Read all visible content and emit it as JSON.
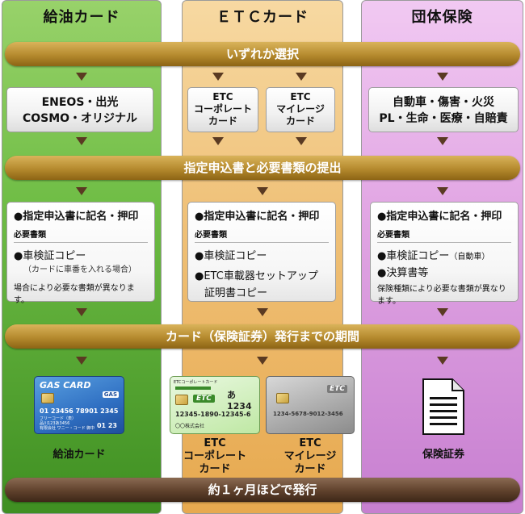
{
  "columns": {
    "fuel": {
      "title": "給油カード"
    },
    "etc": {
      "title": "ＥＴＣカード"
    },
    "insurance": {
      "title": "団体保険"
    }
  },
  "bars": {
    "select": "いずれか選択",
    "submit": "指定申込書と必要書類の提出",
    "period": "カード（保険証券）発行までの期間",
    "issue": "約１ヶ月ほどで発行"
  },
  "options": {
    "fuel": [
      "ENEOS・出光",
      "COSMO・オリジナル"
    ],
    "etc_corp": [
      "ETC",
      "コーポレート",
      "カード"
    ],
    "etc_mile": [
      "ETC",
      "マイレージ",
      "カード"
    ],
    "insurance": [
      "自動車・傷害・火災",
      "PL・生命・医療・自賠責"
    ]
  },
  "details": {
    "fuel": {
      "head": "●指定申込書に記名・押印",
      "sub": "必要書類",
      "item1": "●車検証コピー",
      "note1": "（カードに車番を入れる場合）",
      "foot": "場合により必要な書類が異なります。"
    },
    "etc": {
      "head": "●指定申込書に記名・押印",
      "sub": "必要書類",
      "item1": "●車検証コピー",
      "item2": "●ETC車載器セットアップ",
      "item2b": "証明書コピー"
    },
    "insurance": {
      "head": "●指定申込書に記名・押印",
      "sub": "必要書類",
      "item1": "●車検証コピー",
      "item1note": "（自動車）",
      "item2": "●決算書等",
      "foot": "保険種類により必要な書類が異なります。"
    }
  },
  "cards": {
    "gas": {
      "title": "GAS CARD",
      "brand": "GAS",
      "number": "01 23456 78901 2345",
      "line1": "フリーコード（表）",
      "line2": "品川123あ3456",
      "line3": "有限会社 ワニー・コード 御中",
      "expiry": "01 23",
      "label": "給油カード"
    },
    "etc_corp": {
      "header": "ETCコーポレートカード",
      "logo": "ETC",
      "plate": "あ1234",
      "number": "12345-1890-12345-6",
      "company": "〇〇株式会社",
      "label": [
        "ETC",
        "コーポレート",
        "カード"
      ]
    },
    "etc_mile": {
      "logo": "ETC",
      "number": "1234-5678-9012-3456",
      "label": [
        "ETC",
        "マイレージ",
        "カード"
      ]
    },
    "insurance": {
      "label": "保険証券"
    }
  },
  "colors": {
    "fuel": "#6fbd45",
    "etc": "#f0c27a",
    "insurance": "#e2a7e4",
    "bar_gold": "#b58a2e",
    "bar_brown": "#5f412c"
  }
}
